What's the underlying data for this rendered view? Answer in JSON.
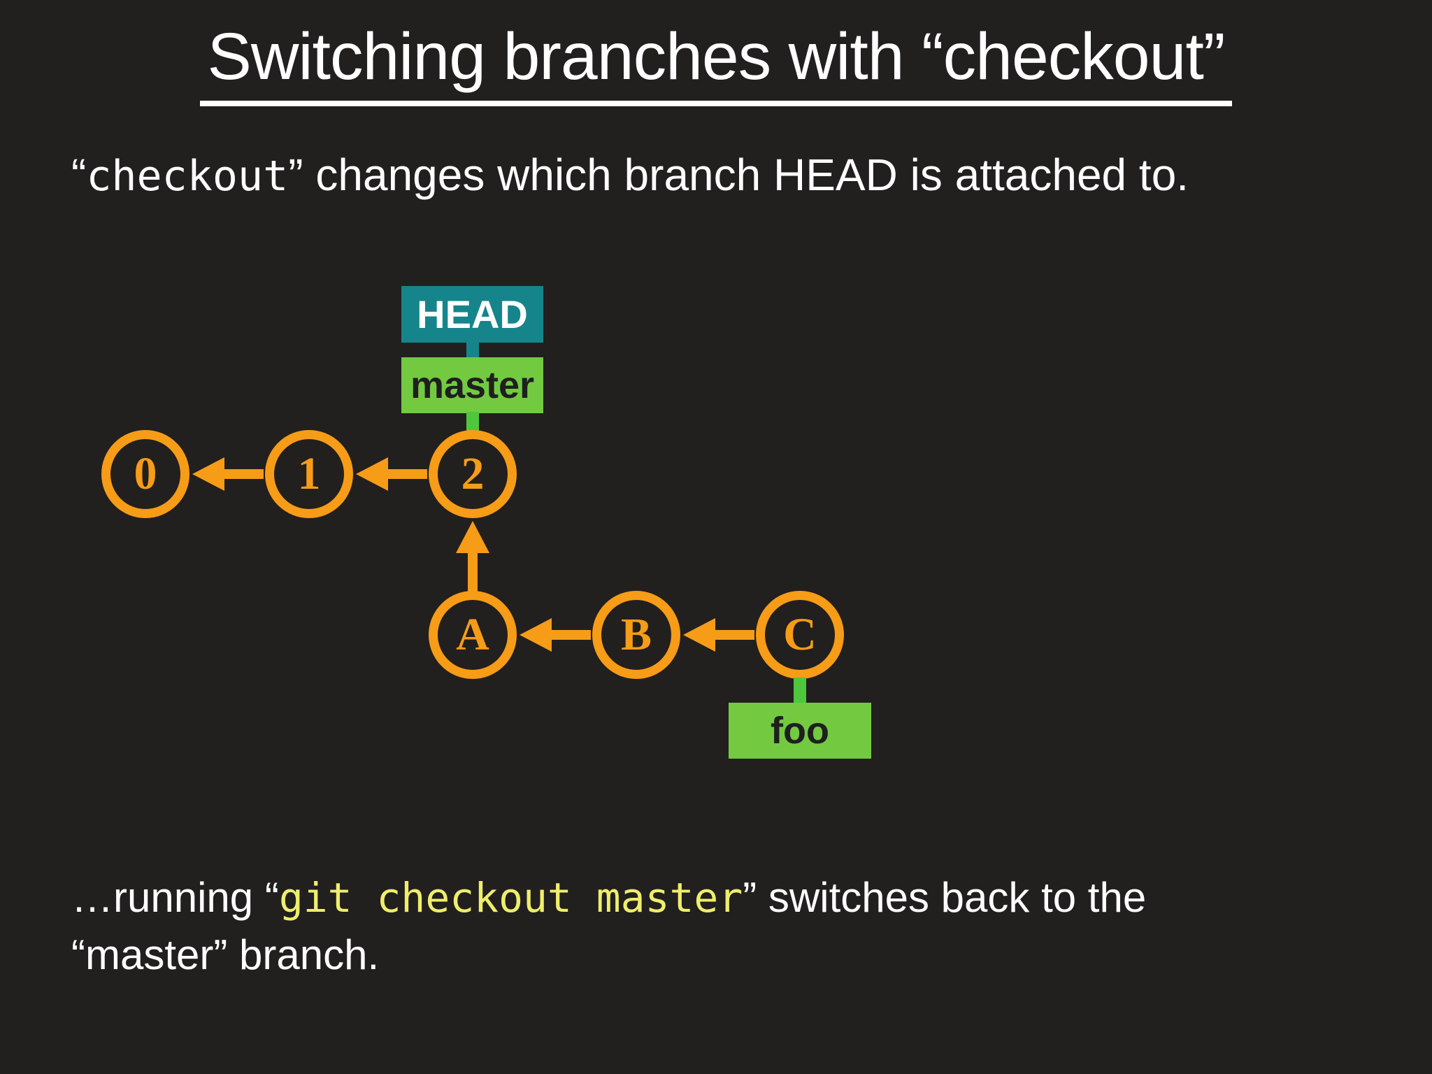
{
  "colors": {
    "background": "#221f1f",
    "orange": "#f69c17",
    "teal": "#16858b",
    "branch_green": "#73ca41",
    "connector_green": "#4ec73c",
    "code_yellow": "#eeee6c",
    "text_white": "#ffffff",
    "label_dark": "#1f1f1f"
  },
  "title": "Switching branches with “checkout”",
  "intro": {
    "parts": [
      {
        "text": "“"
      },
      {
        "text": "checkout",
        "mono": true
      },
      {
        "text": "” changes which branch HEAD is attached to."
      }
    ]
  },
  "diagram": {
    "head_label": "HEAD",
    "master_label": "master",
    "foo_label": "foo",
    "master_commits": [
      {
        "id": "0"
      },
      {
        "id": "1"
      },
      {
        "id": "2"
      }
    ],
    "foo_commits": [
      {
        "id": "A"
      },
      {
        "id": "B"
      },
      {
        "id": "C"
      }
    ]
  },
  "footer": {
    "line1_parts": [
      {
        "text": "…running “"
      },
      {
        "text": "git checkout master",
        "mono": true
      },
      {
        "text": "” switches back to the"
      }
    ],
    "line2": "“master” branch."
  }
}
